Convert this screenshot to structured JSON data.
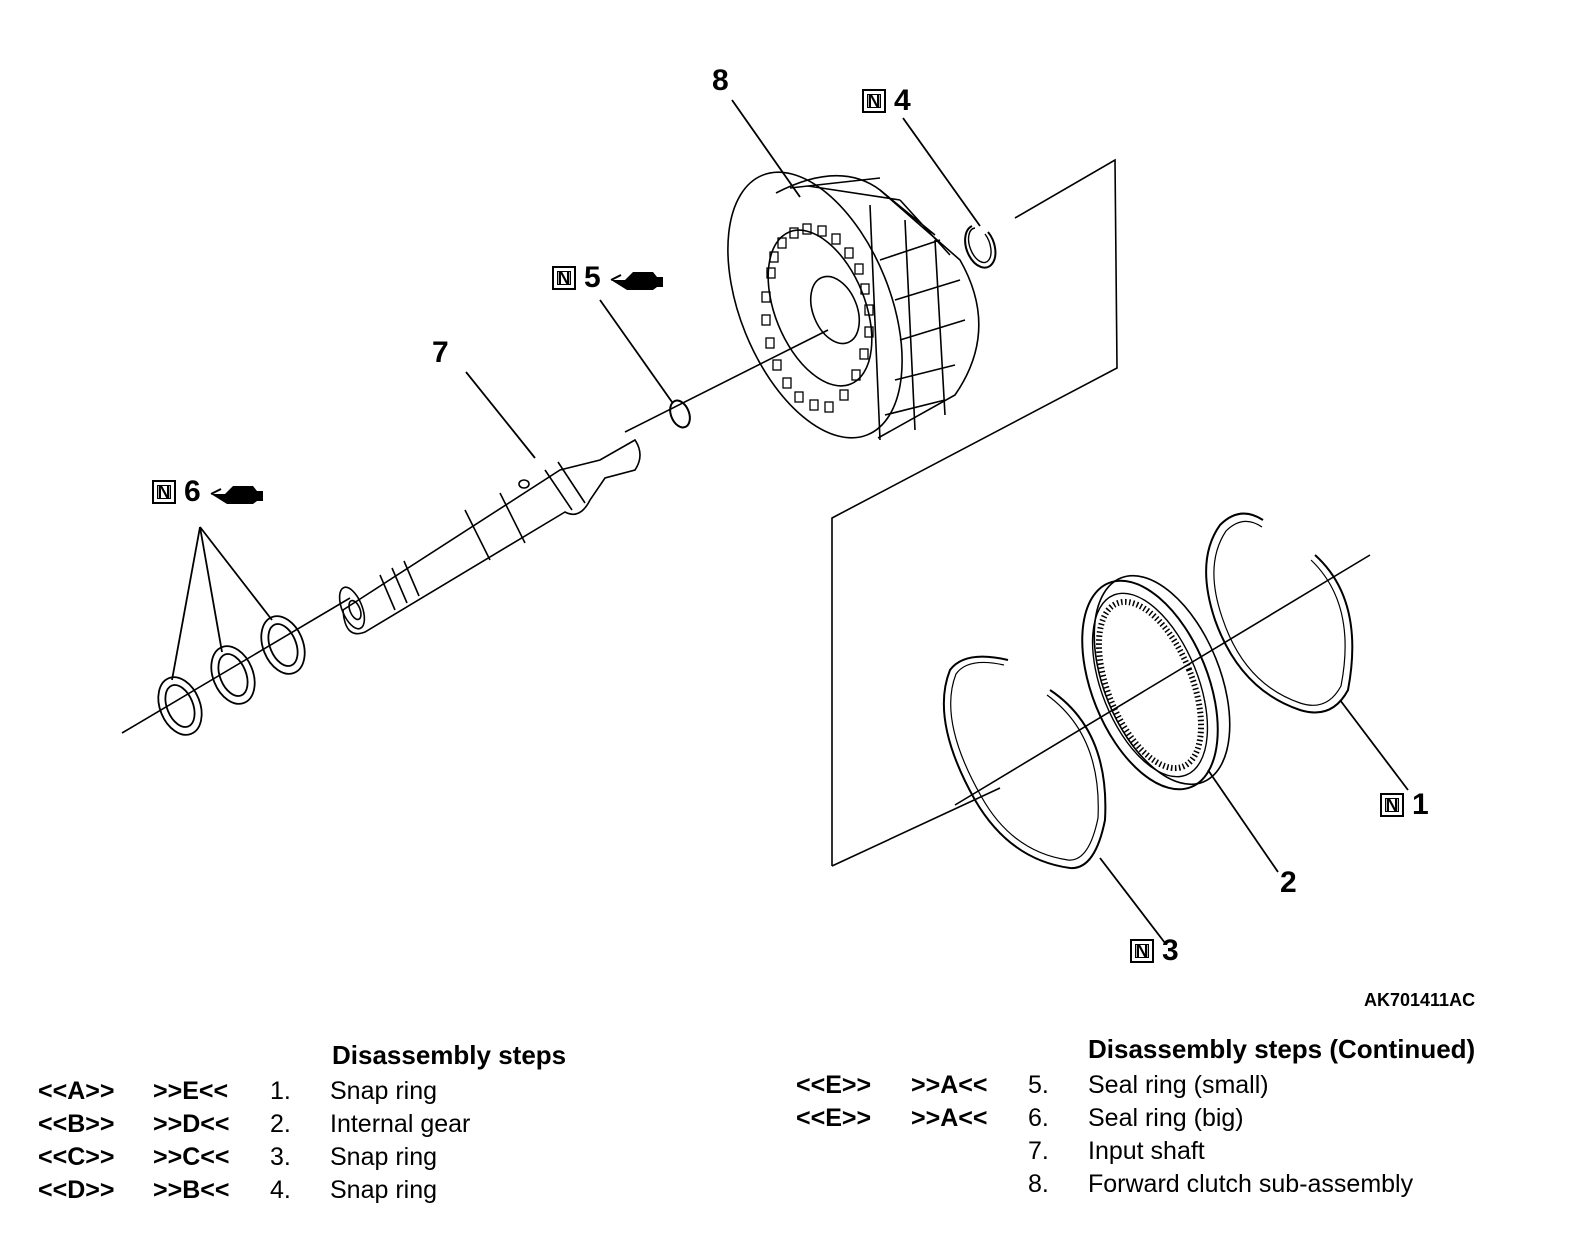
{
  "diagram": {
    "reference_code": "AK701411AC",
    "callouts": [
      {
        "id": "1",
        "number": "1",
        "new_part_mark": "N",
        "oil_mark": false
      },
      {
        "id": "2",
        "number": "2",
        "new_part_mark": "",
        "oil_mark": false
      },
      {
        "id": "3",
        "number": "3",
        "new_part_mark": "N",
        "oil_mark": false
      },
      {
        "id": "4",
        "number": "4",
        "new_part_mark": "N",
        "oil_mark": false
      },
      {
        "id": "5",
        "number": "5",
        "new_part_mark": "N",
        "oil_mark": true
      },
      {
        "id": "6",
        "number": "6",
        "new_part_mark": "N",
        "oil_mark": true
      },
      {
        "id": "7",
        "number": "7",
        "new_part_mark": "",
        "oil_mark": false
      },
      {
        "id": "8",
        "number": "8",
        "new_part_mark": "",
        "oil_mark": false
      }
    ]
  },
  "steps_left": {
    "heading": "Disassembly steps",
    "rows": [
      {
        "removal": "<<A>>",
        "install": ">>E<<",
        "no": "1.",
        "part": "Snap ring"
      },
      {
        "removal": "<<B>>",
        "install": ">>D<<",
        "no": "2.",
        "part": "Internal gear"
      },
      {
        "removal": "<<C>>",
        "install": ">>C<<",
        "no": "3.",
        "part": "Snap ring"
      },
      {
        "removal": "<<D>>",
        "install": ">>B<<",
        "no": "4.",
        "part": "Snap ring"
      }
    ]
  },
  "steps_right": {
    "heading": "Disassembly steps (Continued)",
    "rows": [
      {
        "removal": "<<E>>",
        "install": ">>A<<",
        "no": "5.",
        "part": "Seal ring (small)"
      },
      {
        "removal": "<<E>>",
        "install": ">>A<<",
        "no": "6.",
        "part": "Seal ring (big)"
      },
      {
        "removal": "",
        "install": "",
        "no": "7.",
        "part": "Input shaft"
      },
      {
        "removal": "",
        "install": "",
        "no": "8.",
        "part": "Forward clutch sub-assembly"
      }
    ]
  }
}
